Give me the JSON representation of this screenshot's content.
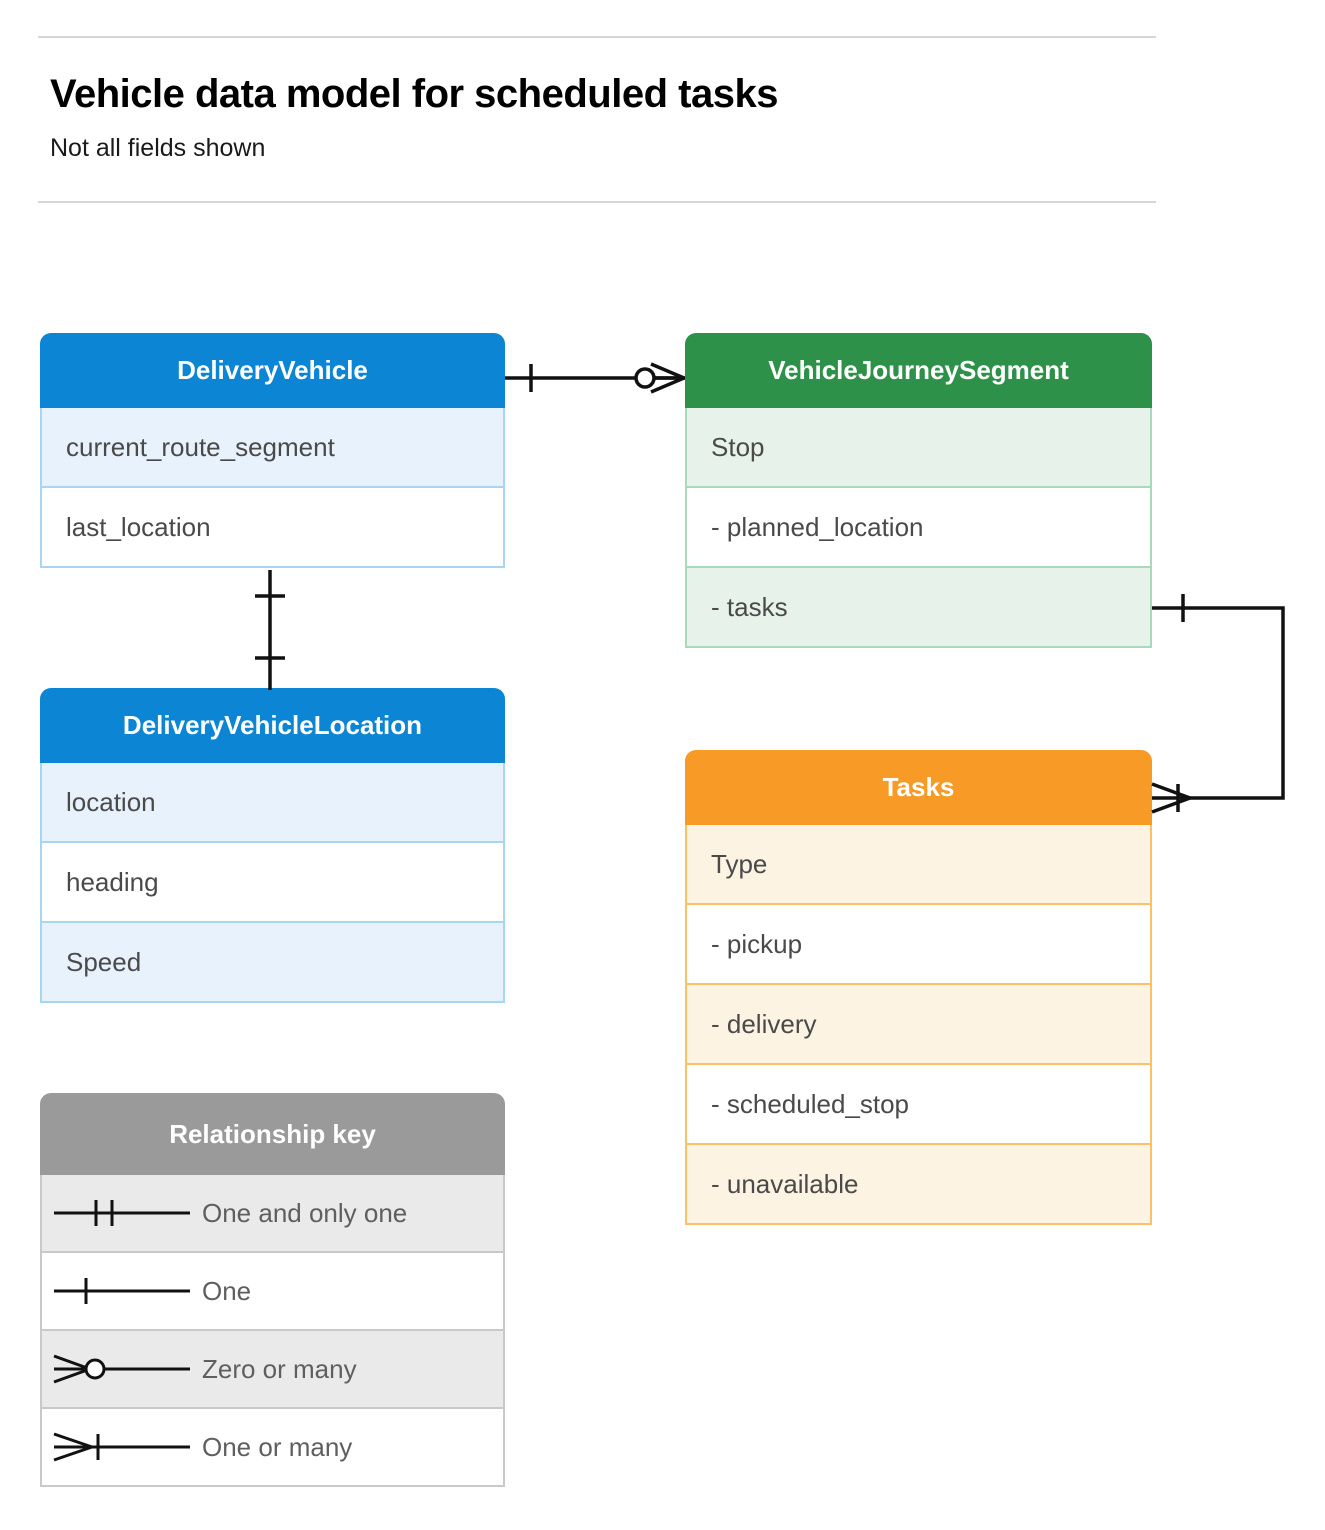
{
  "header": {
    "title": "Vehicle data model for scheduled tasks",
    "subtitle": "Not all fields shown"
  },
  "entities": {
    "delivery_vehicle": {
      "name": "DeliveryVehicle",
      "color": "#0b85d4",
      "fields": [
        {
          "label": "current_route_segment"
        },
        {
          "label": "last_location"
        }
      ]
    },
    "delivery_vehicle_location": {
      "name": "DeliveryVehicleLocation",
      "color": "#0b85d4",
      "fields": [
        {
          "label": "location"
        },
        {
          "label": "heading"
        },
        {
          "label": "Speed"
        }
      ]
    },
    "vehicle_journey_segment": {
      "name": "VehicleJourneySegment",
      "color": "#2e9149",
      "fields": [
        {
          "label": "Stop"
        },
        {
          "label": "-  planned_location"
        },
        {
          "label": "- tasks"
        }
      ]
    },
    "tasks": {
      "name": "Tasks",
      "color": "#f79a26",
      "fields": [
        {
          "label": "Type"
        },
        {
          "label": "-  pickup"
        },
        {
          "label": "-  delivery"
        },
        {
          "label": "-  scheduled_stop"
        },
        {
          "label": "-  unavailable"
        }
      ]
    }
  },
  "legend": {
    "title": "Relationship key",
    "color": "#9a9a9a",
    "rows": [
      {
        "symbol": "one-and-only-one-icon",
        "label": "One and only one"
      },
      {
        "symbol": "one-icon",
        "label": "One"
      },
      {
        "symbol": "zero-or-many-icon",
        "label": "Zero or many"
      },
      {
        "symbol": "one-or-many-icon",
        "label": "One or many"
      }
    ]
  },
  "relationships": [
    {
      "from": "DeliveryVehicle",
      "to": "VehicleJourneySegment",
      "from_cardinality": "One",
      "to_cardinality": "Zero or many"
    },
    {
      "from": "DeliveryVehicle",
      "to": "DeliveryVehicleLocation",
      "from_cardinality": "One",
      "to_cardinality": "One"
    },
    {
      "from": "VehicleJourneySegment.tasks",
      "to": "Tasks",
      "from_cardinality": "One",
      "to_cardinality": "One or many"
    }
  ]
}
